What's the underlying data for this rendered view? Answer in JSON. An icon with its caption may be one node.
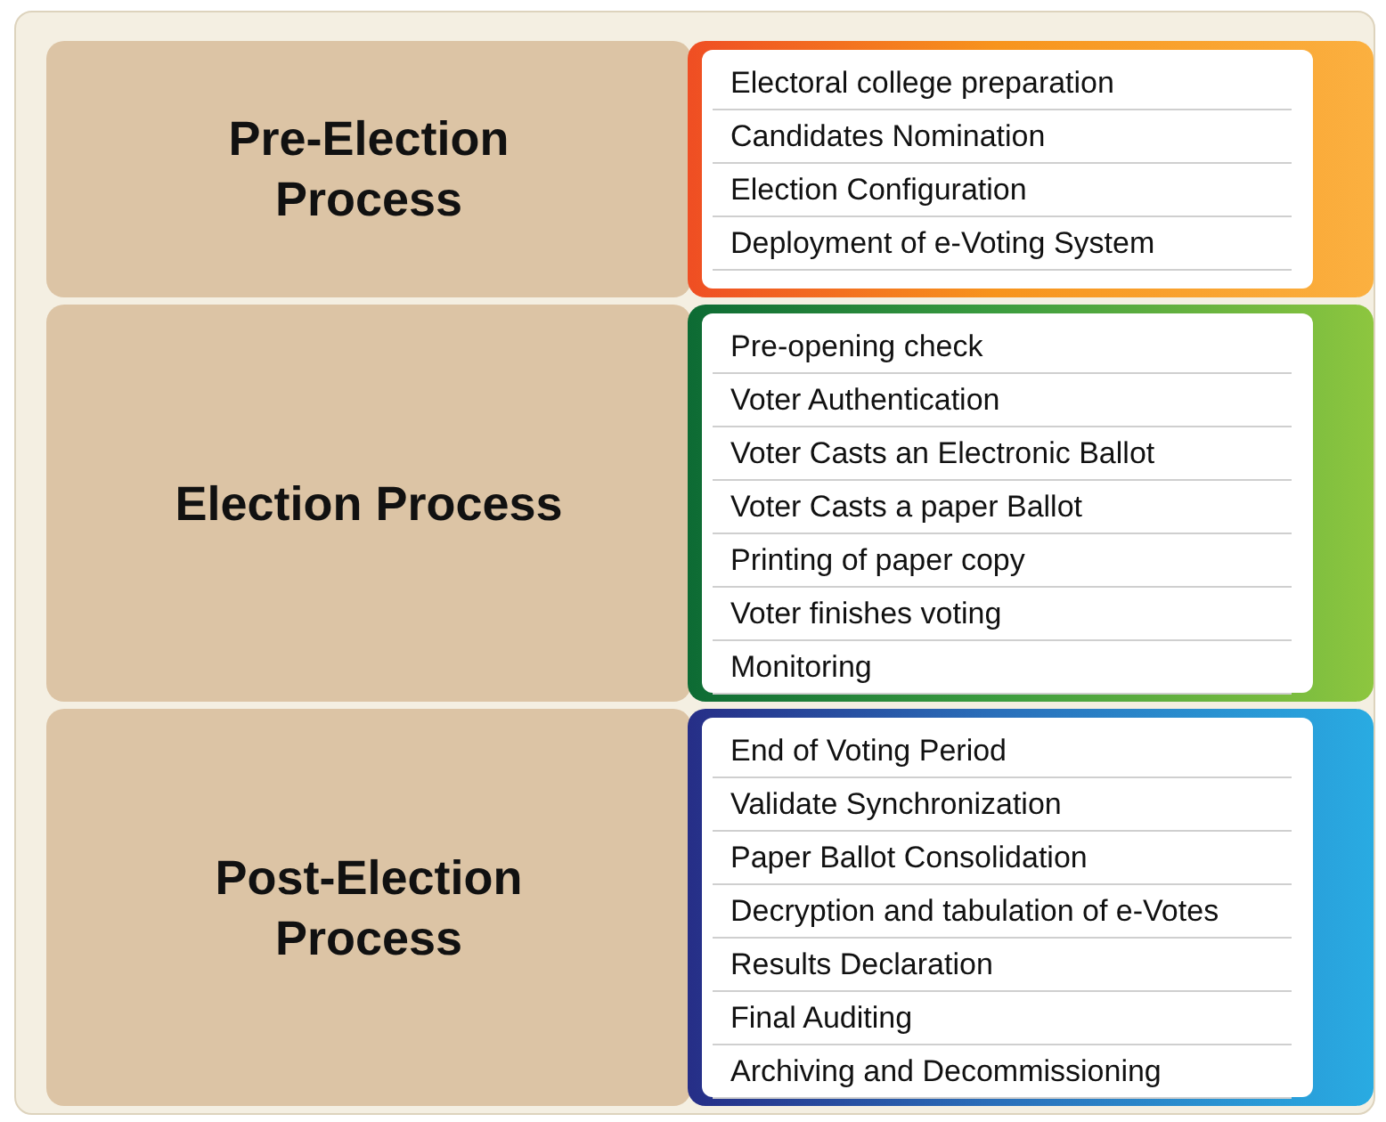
{
  "diagram": {
    "nodes": [
      {
        "text": [
          "Pre-Election Process"
        ]
      },
      {
        "text": [
          "Electoral college preparation",
          "Candidates Nomination",
          "Election Configuration",
          "Deployment of e-Voting System"
        ]
      },
      {
        "text": [
          "Election Process"
        ]
      },
      {
        "text": [
          "Pre-opening check",
          "Voter Authentication",
          "Voter Casts an Electronic Ballot",
          "Voter Casts a paper Ballot",
          "Printing of paper copy",
          "Voter finishes voting",
          "Monitoring"
        ]
      },
      {
        "text": [
          "Post-Election Process"
        ]
      },
      {
        "text": [
          "End of Voting Period",
          "Validate Synchronization",
          "Paper Ballot Consolidation",
          "Decryption and tabulation of e-Votes",
          "Results Declaration",
          "Final Auditing",
          "Archiving and Decommissioning"
        ]
      }
    ],
    "edges": []
  }
}
